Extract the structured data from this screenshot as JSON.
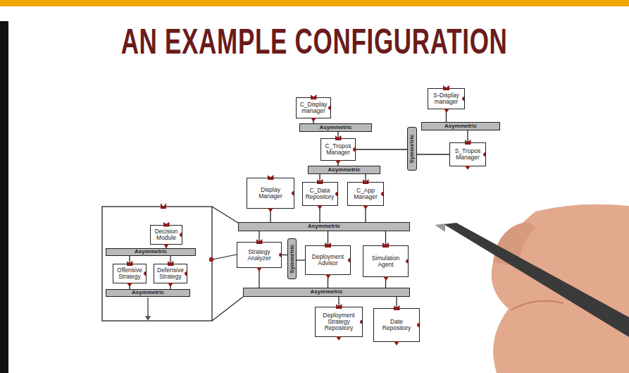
{
  "diagram": {
    "title": "AN EXAMPLE CONFIGURATION",
    "nodes": [
      {
        "text": [
          "S-Display manager"
        ]
      },
      {
        "text": [
          "C_Display manager"
        ]
      },
      {
        "text": [
          "Asymmetric"
        ]
      },
      {
        "text": [
          "Asymmetric"
        ]
      },
      {
        "text": [
          "Symmetric"
        ]
      },
      {
        "text": [
          "C_Tropos Manager"
        ]
      },
      {
        "text": [
          "S_Tropos Manager"
        ]
      },
      {
        "text": [
          "Asymmetric"
        ]
      },
      {
        "text": [
          "Display Manager"
        ]
      },
      {
        "text": [
          "C_Data Repository"
        ]
      },
      {
        "text": [
          "C_App Manager"
        ]
      },
      {
        "text": [
          "Asymmetric"
        ]
      },
      {
        "text": [
          "Decision Module"
        ]
      },
      {
        "text": [
          "Symmetric"
        ]
      },
      {
        "text": [
          "Strategy Analyzer"
        ]
      },
      {
        "text": [
          "Deployment Advisor"
        ]
      },
      {
        "text": [
          "Simulation Agent"
        ]
      },
      {
        "text": [
          "Asymmetric"
        ]
      },
      {
        "text": [
          "Offensive Strategy"
        ]
      },
      {
        "text": [
          "Defensive Strategy"
        ]
      },
      {
        "text": [
          "Asymmetric"
        ]
      },
      {
        "text": [
          "Asymmetric"
        ]
      },
      {
        "text": [
          "Deployment Strategy Repository"
        ]
      },
      {
        "text": [
          "Date Repository"
        ]
      }
    ],
    "edges": [
      {
        "from": 0,
        "to": 2,
        "arrow": "none"
      },
      {
        "from": 2,
        "to": 6,
        "arrow": "none"
      },
      {
        "from": 1,
        "to": 3,
        "arrow": "none"
      },
      {
        "from": 3,
        "to": 5,
        "arrow": "none"
      },
      {
        "from": 5,
        "to": 4,
        "arrow": "none"
      },
      {
        "from": 4,
        "to": 6,
        "arrow": "none"
      },
      {
        "from": 5,
        "to": 7,
        "arrow": "none"
      },
      {
        "from": 7,
        "to": 9,
        "arrow": "none"
      },
      {
        "from": 7,
        "to": 10,
        "arrow": "none"
      },
      {
        "from": 8,
        "to": 11,
        "arrow": "none"
      },
      {
        "from": 9,
        "to": 11,
        "arrow": "none"
      },
      {
        "from": 10,
        "to": 11,
        "arrow": "none"
      },
      {
        "from": 11,
        "to": 14,
        "arrow": "none"
      },
      {
        "from": 11,
        "to": 15,
        "arrow": "none"
      },
      {
        "from": 11,
        "to": 16,
        "arrow": "none"
      },
      {
        "from": 14,
        "to": 13,
        "arrow": "none"
      },
      {
        "from": 13,
        "to": 15,
        "arrow": "none"
      },
      {
        "from": 14,
        "to": 20,
        "arrow": "none"
      },
      {
        "from": 15,
        "to": 20,
        "arrow": "none"
      },
      {
        "from": 16,
        "to": 20,
        "arrow": "none"
      },
      {
        "from": 20,
        "to": 22,
        "arrow": "none"
      },
      {
        "from": 20,
        "to": 23,
        "arrow": "none"
      },
      {
        "from": 12,
        "to": 17,
        "arrow": "none"
      },
      {
        "from": 17,
        "to": 18,
        "arrow": "none"
      },
      {
        "from": 17,
        "to": 19,
        "arrow": "none"
      },
      {
        "from": 18,
        "to": 21,
        "arrow": "none"
      },
      {
        "from": 19,
        "to": 21,
        "arrow": "none"
      }
    ]
  }
}
